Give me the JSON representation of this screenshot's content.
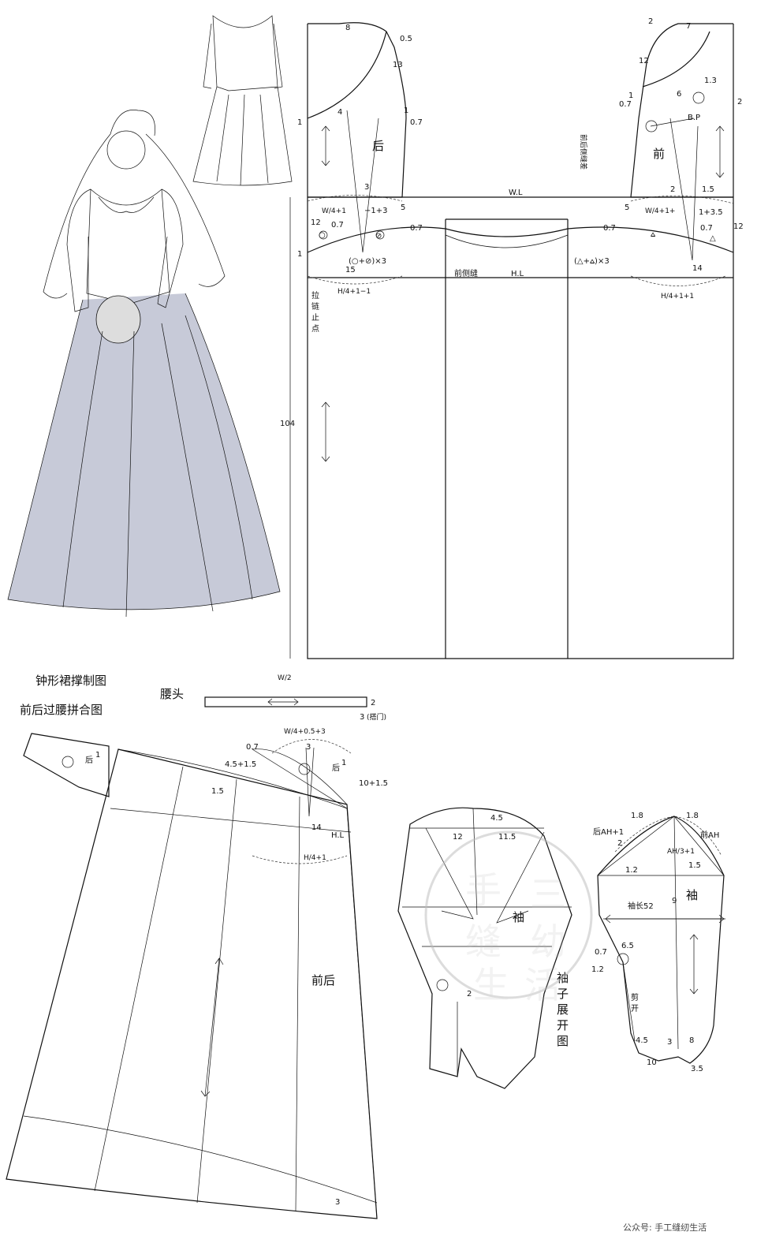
{
  "colors": {
    "line": "#111111",
    "dress_shade": "#c7cad8",
    "watermark": "#bbbbbb"
  },
  "icons": {
    "button_marker": "circle-button-icon",
    "grain_arrow": "double-arrow-icon"
  },
  "bodice": {
    "back_label": "后",
    "front_label": "前",
    "waist_line": "W.L",
    "hip_line": "H.L",
    "front_side_seam_label": "前侧缝",
    "zipper_stop": "拉链止点",
    "side_seam_diff": "前后侧缝差",
    "bust_point": "B.P",
    "nums": {
      "n8": "8",
      "n05": "0.5",
      "n13": "13",
      "n1a": "1",
      "n07a": "0.7",
      "n1b": "1",
      "n4": "4",
      "n3": "3",
      "n2": "2",
      "n7": "7",
      "n12": "12",
      "n13b": "1.3",
      "n2b": "2",
      "n6": "6",
      "n1c": "1",
      "n07b": "0.7",
      "n2c": "2",
      "n15": "1.5",
      "n5a": "5",
      "n5b": "5",
      "n12b": "12",
      "n07c": "0.7",
      "n1d": "1",
      "n15b": "15",
      "n07d": "0.7",
      "n07e": "0.7",
      "n07f": "0.7",
      "n14": "14",
      "n12c": "12",
      "n35": "1+3.5",
      "n104": "104"
    },
    "formula_back_waist": "W/4+1",
    "formula_back_add": "−1+3",
    "formula_front_waist": "W/4+1+",
    "formula_back_hip": "H/4+1−1",
    "formula_front_hip": "H/4+1+1",
    "formula_back_pleat": "(○+⊘)×3",
    "formula_front_pleat": "(△+⩟)×3",
    "sym_circle": "○",
    "sym_circle_slash": "⊘",
    "sym_tri": "⩟",
    "sym_tri2": "△"
  },
  "skirt_section": {
    "title1": "钟形裙撑制图",
    "title2": "前后过腰拼合图",
    "waistband_label": "腰头",
    "waistband_formula": "W/2",
    "waistband_n2": "2",
    "waistband_n3": "3",
    "waistband_overlap": "(搭门)",
    "back_small": "后",
    "back_n1": "1",
    "back_n1b": "1",
    "formula_top": "W/4+0.5+3",
    "n07": "0.7",
    "n3": "3",
    "n45": "4.5+1.5",
    "n101": "10+1.5",
    "n15": "1.5",
    "n14": "14",
    "hip_line": "H.L",
    "formula_hip": "H/4+1",
    "front_back_label": "前后",
    "n3b": "3"
  },
  "sleeve": {
    "expand_title": "袖子展开图",
    "sleeve_label": "袖",
    "n45": "4.5",
    "n12": "12",
    "n115": "11.5",
    "n2": "2",
    "n18a": "1.8",
    "n18b": "1.8",
    "back_ah": "后AH+1",
    "front_ah": "前AH",
    "formula_ah": "AH/3+1",
    "n2b": "2",
    "n12b": "1.2",
    "n15": "1.5",
    "n9": "9",
    "sleeve_len": "袖长52",
    "n07": "0.7",
    "n65": "6.5",
    "n12c": "1.2",
    "cut_open": "剪开",
    "n45b": "4.5",
    "n3": "3",
    "n8": "8",
    "n10": "10",
    "n35": "3.5"
  },
  "watermark": {
    "chars": [
      "手",
      "三",
      "缝",
      "幼",
      "生",
      "活"
    ]
  },
  "footer": {
    "text": "公众号: 手工缝纫生活"
  }
}
